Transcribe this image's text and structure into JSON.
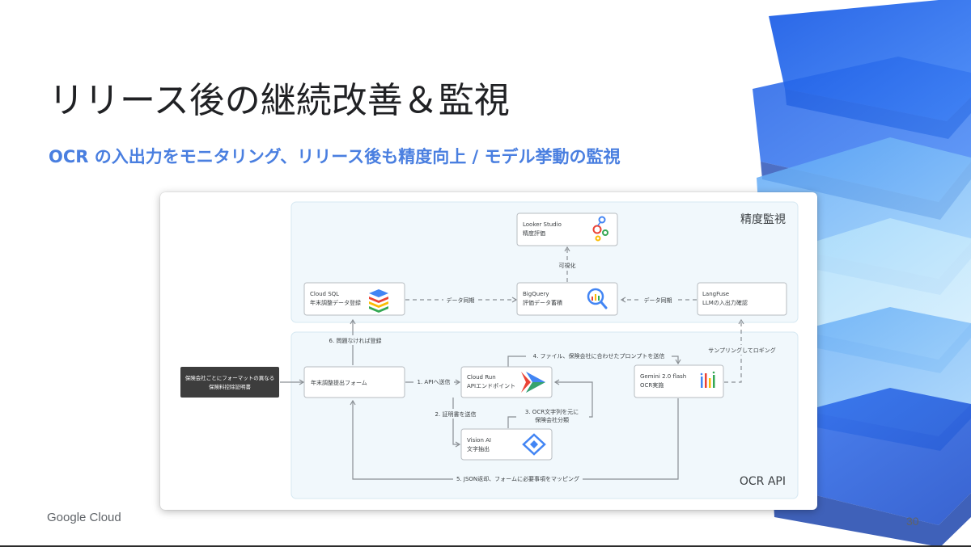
{
  "slide": {
    "title": "リリース後の継続改善＆監視",
    "subtitle": "OCR の入出力をモニタリング、リリース後も精度向上 / モデル挙動の監視",
    "logo": "Google Cloud",
    "page_number": "30"
  },
  "diagram": {
    "zones": {
      "monitoring": "精度監視",
      "ocr_api": "OCR API"
    },
    "nodes": {
      "source": {
        "line1": "保険会社ごとにフォーマットの異なる",
        "line2": "保険料控除証明書"
      },
      "form": {
        "line1": "年末調整提出フォーム"
      },
      "cloud_run": {
        "line1": "Cloud Run",
        "line2": "APIエンドポイント"
      },
      "vision_ai": {
        "line1": "Vision AI",
        "line2": "文字抽出"
      },
      "gemini": {
        "line1": "Gemini 2.0 flash",
        "line2": "OCR実施"
      },
      "cloud_sql": {
        "line1": "Cloud SQL",
        "line2": "年末調整データ登録"
      },
      "bigquery": {
        "line1": "BigQuery",
        "line2": "評価データ蓄積"
      },
      "langfuse": {
        "line1": "LangFuse",
        "line2": "LLMの入出力確認"
      },
      "looker": {
        "line1": "Looker Studio",
        "line2": "精度評価"
      }
    },
    "edges": {
      "e1": "1. APIへ送信",
      "e2": "2. 証明書を送信",
      "e3_line1": "3. OCR文字列を元に",
      "e3_line2": "保険会社分類",
      "e4": "4. ファイル、保険会社に合わせたプロンプトを送信",
      "e5": "5. JSON返却、フォームに必要事項をマッピング",
      "e6": "6. 問題なければ登録",
      "sync1": "データ同期",
      "sync2": "データ同期",
      "visualize": "可視化",
      "sampling": "サンプリングしてロギング"
    }
  },
  "colors": {
    "accent_blue": "#4a7fe0",
    "zone_fill": "#f1f8fc",
    "zone_border": "#d6e8f2",
    "source_fill": "#3d3d3d"
  }
}
